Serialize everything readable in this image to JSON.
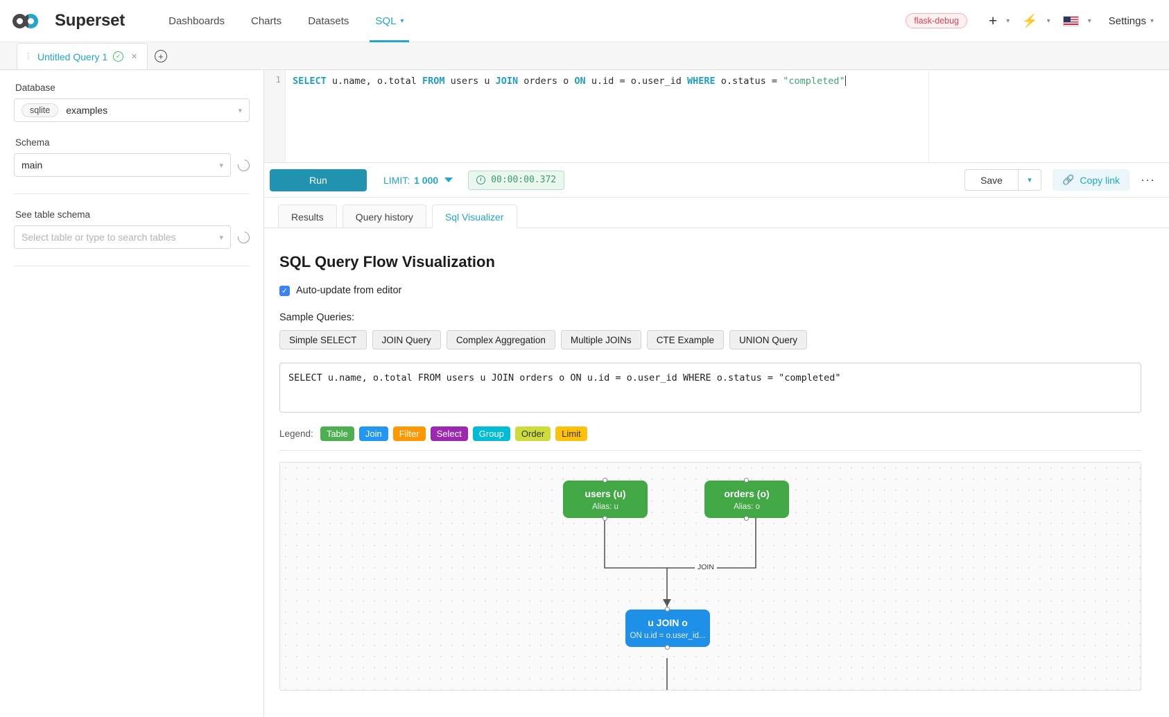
{
  "app": {
    "brand": "Superset"
  },
  "nav": {
    "links": [
      {
        "label": "Dashboards",
        "active": false,
        "caret": false
      },
      {
        "label": "Charts",
        "active": false,
        "caret": false
      },
      {
        "label": "Datasets",
        "active": false,
        "caret": false
      },
      {
        "label": "SQL",
        "active": true,
        "caret": true
      }
    ],
    "debug_badge": "flask-debug",
    "plus_icon": "+",
    "bolt_icon": "⚡",
    "settings_label": "Settings",
    "caret": "⌄",
    "flag": "us-flag"
  },
  "query_tabs": {
    "tab_title": "Untitled Query 1",
    "status_icon": "✓",
    "close_icon": "×",
    "add_icon": "+"
  },
  "sidebar": {
    "database_label": "Database",
    "database_engine": "sqlite",
    "database_value": "examples",
    "schema_label": "Schema",
    "schema_value": "main",
    "table_label": "See table schema",
    "table_placeholder": "Select table or type to search tables"
  },
  "editor": {
    "line_number": "1",
    "tokens": [
      {
        "t": "SELECT",
        "c": "k"
      },
      {
        "t": " u.name, o.total ",
        "c": ""
      },
      {
        "t": "FROM",
        "c": "k"
      },
      {
        "t": " users u ",
        "c": ""
      },
      {
        "t": "JOIN",
        "c": "k"
      },
      {
        "t": " orders o ",
        "c": ""
      },
      {
        "t": "ON",
        "c": "k"
      },
      {
        "t": " u.id = o.user_id ",
        "c": ""
      },
      {
        "t": "WHERE",
        "c": "k"
      },
      {
        "t": " o.status = ",
        "c": ""
      },
      {
        "t": "\"completed\"",
        "c": "s"
      }
    ]
  },
  "toolbar": {
    "run_label": "Run",
    "limit_label": "LIMIT:",
    "limit_value": "1 000",
    "timer_value": "00:00:00.372",
    "save_label": "Save",
    "copy_link_label": "Copy link",
    "link_icon": "🔗",
    "more_icon": "···"
  },
  "result_tabs": [
    {
      "label": "Results",
      "active": false
    },
    {
      "label": "Query history",
      "active": false
    },
    {
      "label": "Sql Visualizer",
      "active": true
    }
  ],
  "visualizer": {
    "title": "SQL Query Flow Visualization",
    "auto_update_label": "Auto-update from editor",
    "auto_update_checked": true,
    "samples_label": "Sample Queries:",
    "sample_buttons": [
      "Simple SELECT",
      "JOIN Query",
      "Complex Aggregation",
      "Multiple JOINs",
      "CTE Example",
      "UNION Query"
    ],
    "sql_text": "SELECT u.name, o.total FROM users u JOIN orders o ON u.id = o.user_id WHERE o.status = \"completed\"",
    "legend_label": "Legend:",
    "legend": [
      {
        "label": "Table",
        "color": "#4caf50"
      },
      {
        "label": "Join",
        "color": "#2196f3"
      },
      {
        "label": "Filter",
        "color": "#ff9800"
      },
      {
        "label": "Select",
        "color": "#9c27b0"
      },
      {
        "label": "Group",
        "color": "#00bcd4"
      },
      {
        "label": "Order",
        "color": "#cddc39"
      },
      {
        "label": "Limit",
        "color": "#ffc107"
      }
    ],
    "nodes": [
      {
        "id": "users",
        "kind": "table",
        "title": "users (u)",
        "subtitle": "Alias: u"
      },
      {
        "id": "orders",
        "kind": "table",
        "title": "orders (o)",
        "subtitle": "Alias: o"
      },
      {
        "id": "join",
        "kind": "join",
        "title": "u JOIN o",
        "subtitle": "ON u.id = o.user_id..."
      }
    ],
    "edge_label": "JOIN"
  }
}
